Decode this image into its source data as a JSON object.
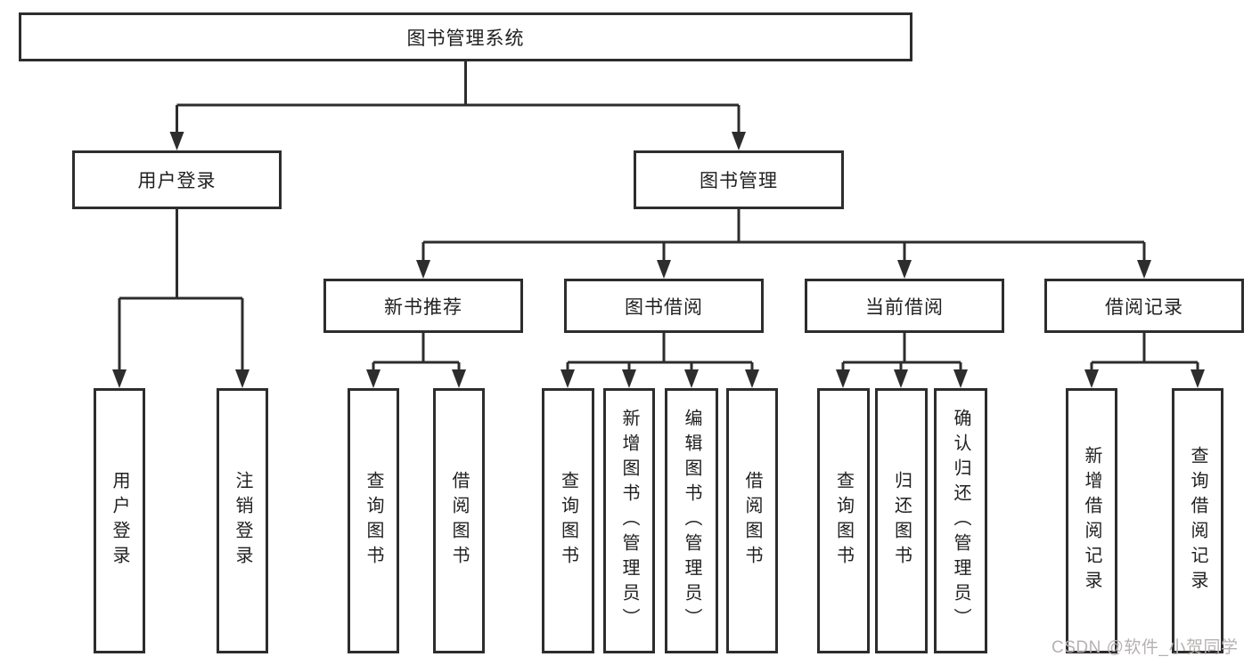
{
  "diagram": {
    "root": "图书管理系统",
    "level2": [
      "用户登录",
      "图书管理"
    ],
    "level3": [
      "新书推荐",
      "图书借阅",
      "当前借阅",
      "借阅记录"
    ],
    "level4": {
      "user_login": [
        "用户登录",
        "注销登录"
      ],
      "new_book_rec": [
        "查询图书",
        "借阅图书"
      ],
      "book_borrow": [
        "查询图书",
        "新增图书（管理员）",
        "编辑图书（管理员）",
        "借阅图书"
      ],
      "current_borrow": [
        "查询图书",
        "归还图书",
        "确认归还（管理员）"
      ],
      "borrow_records": [
        "新增借阅记录",
        "查询借阅记录"
      ]
    }
  },
  "watermark": "CSDN @软件_小贺同学",
  "colors": {
    "line": "#2d2d2d",
    "box_border": "#2d2d2d",
    "text": "#212121",
    "watermark": "#b7b1b1",
    "background": "#ffffff"
  }
}
